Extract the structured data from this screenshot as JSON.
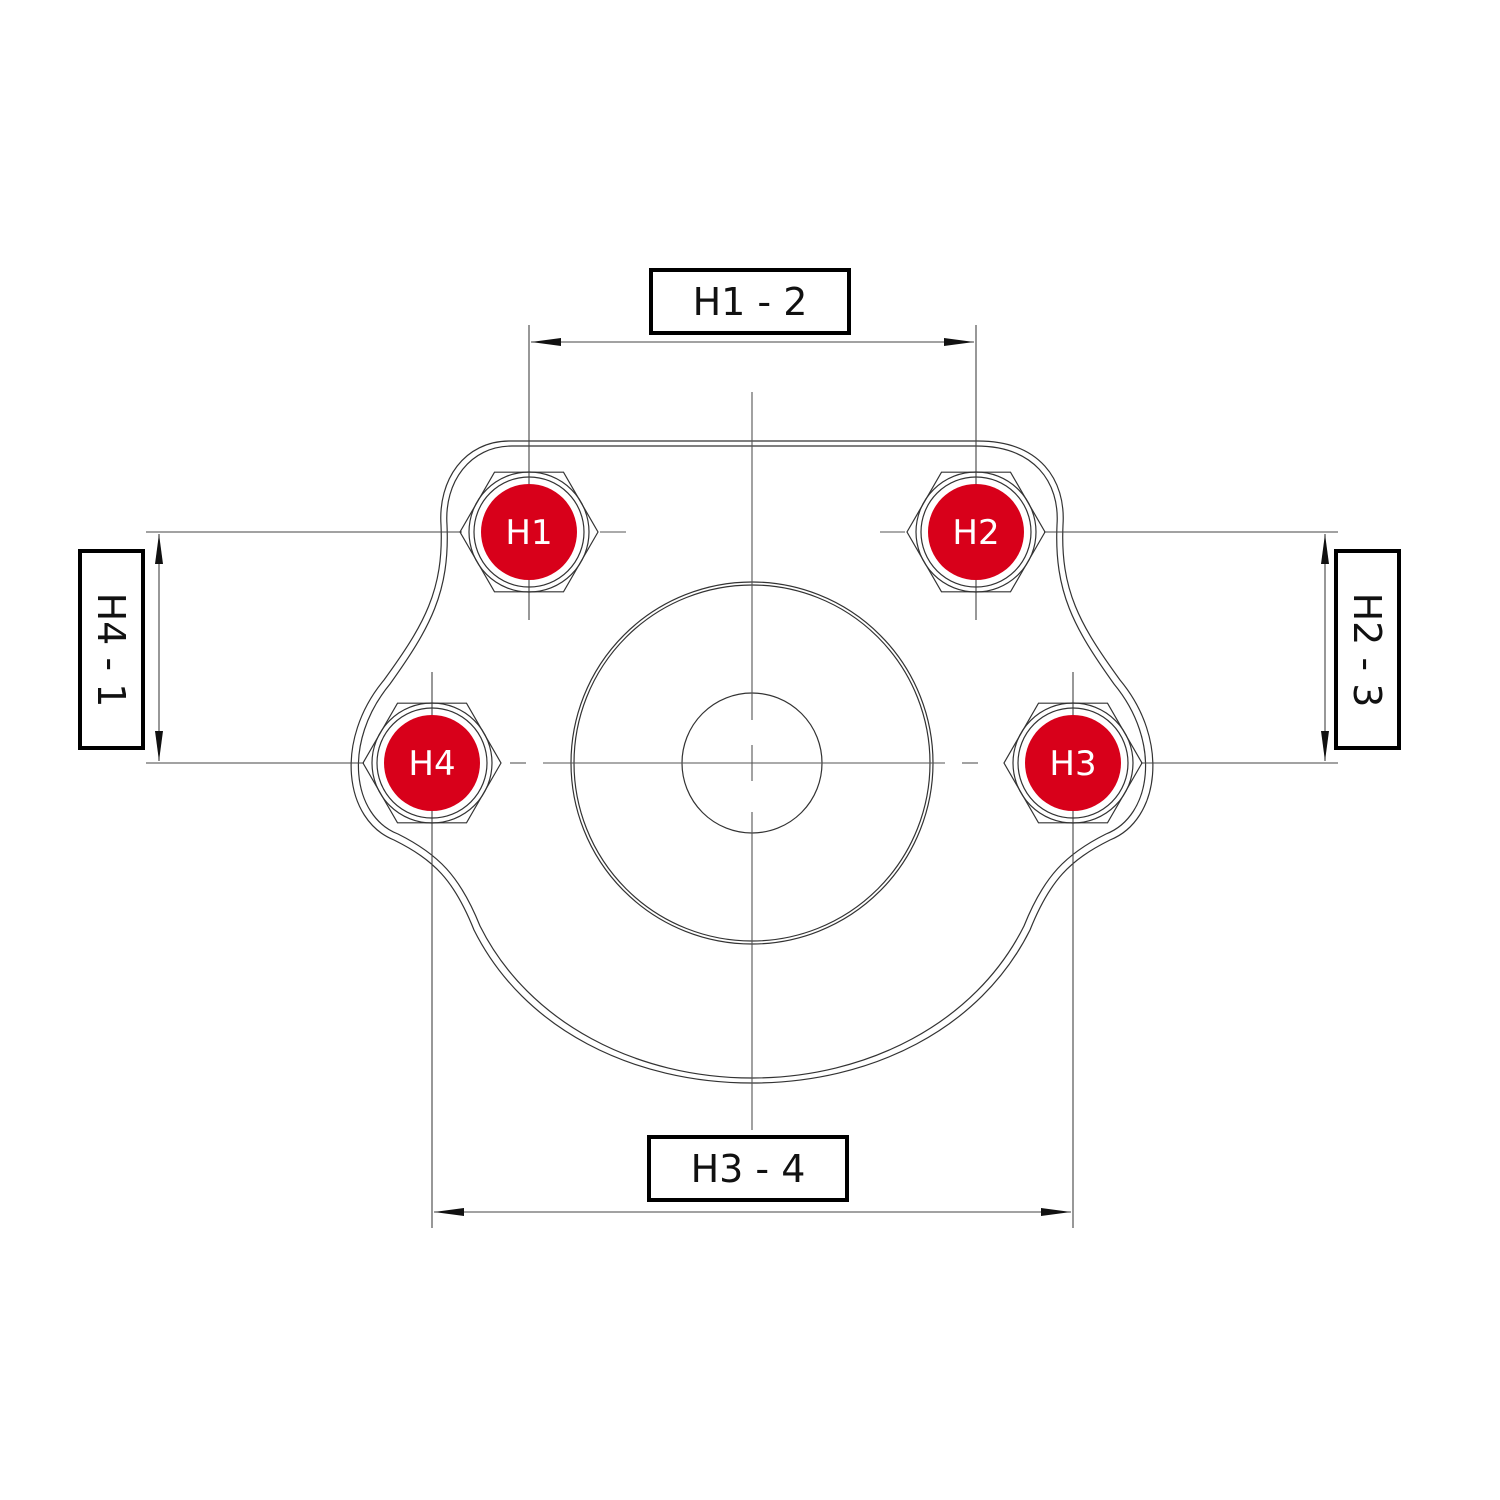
{
  "colors": {
    "hole_fill": "#d8001a",
    "line": "#333333",
    "box_border": "#000000"
  },
  "holes": [
    {
      "id": "h1",
      "label": "H1"
    },
    {
      "id": "h2",
      "label": "H2"
    },
    {
      "id": "h3",
      "label": "H3"
    },
    {
      "id": "h4",
      "label": "H4"
    }
  ],
  "dimensions": {
    "h1_2": "H1 - 2",
    "h2_3": "H2 - 3",
    "h3_4": "H3 - 4",
    "h4_1": "H4 - 1"
  }
}
